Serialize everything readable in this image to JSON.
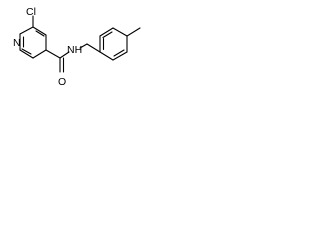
{
  "molecule": {
    "atoms": {
      "chlorine": "Cl",
      "pyridine_nitrogen": "N",
      "amide_nitrogen": "NH",
      "carbonyl_oxygen": "O"
    },
    "colors": {
      "bond": "#000000",
      "text": "#000000",
      "background": "#ffffff"
    }
  }
}
